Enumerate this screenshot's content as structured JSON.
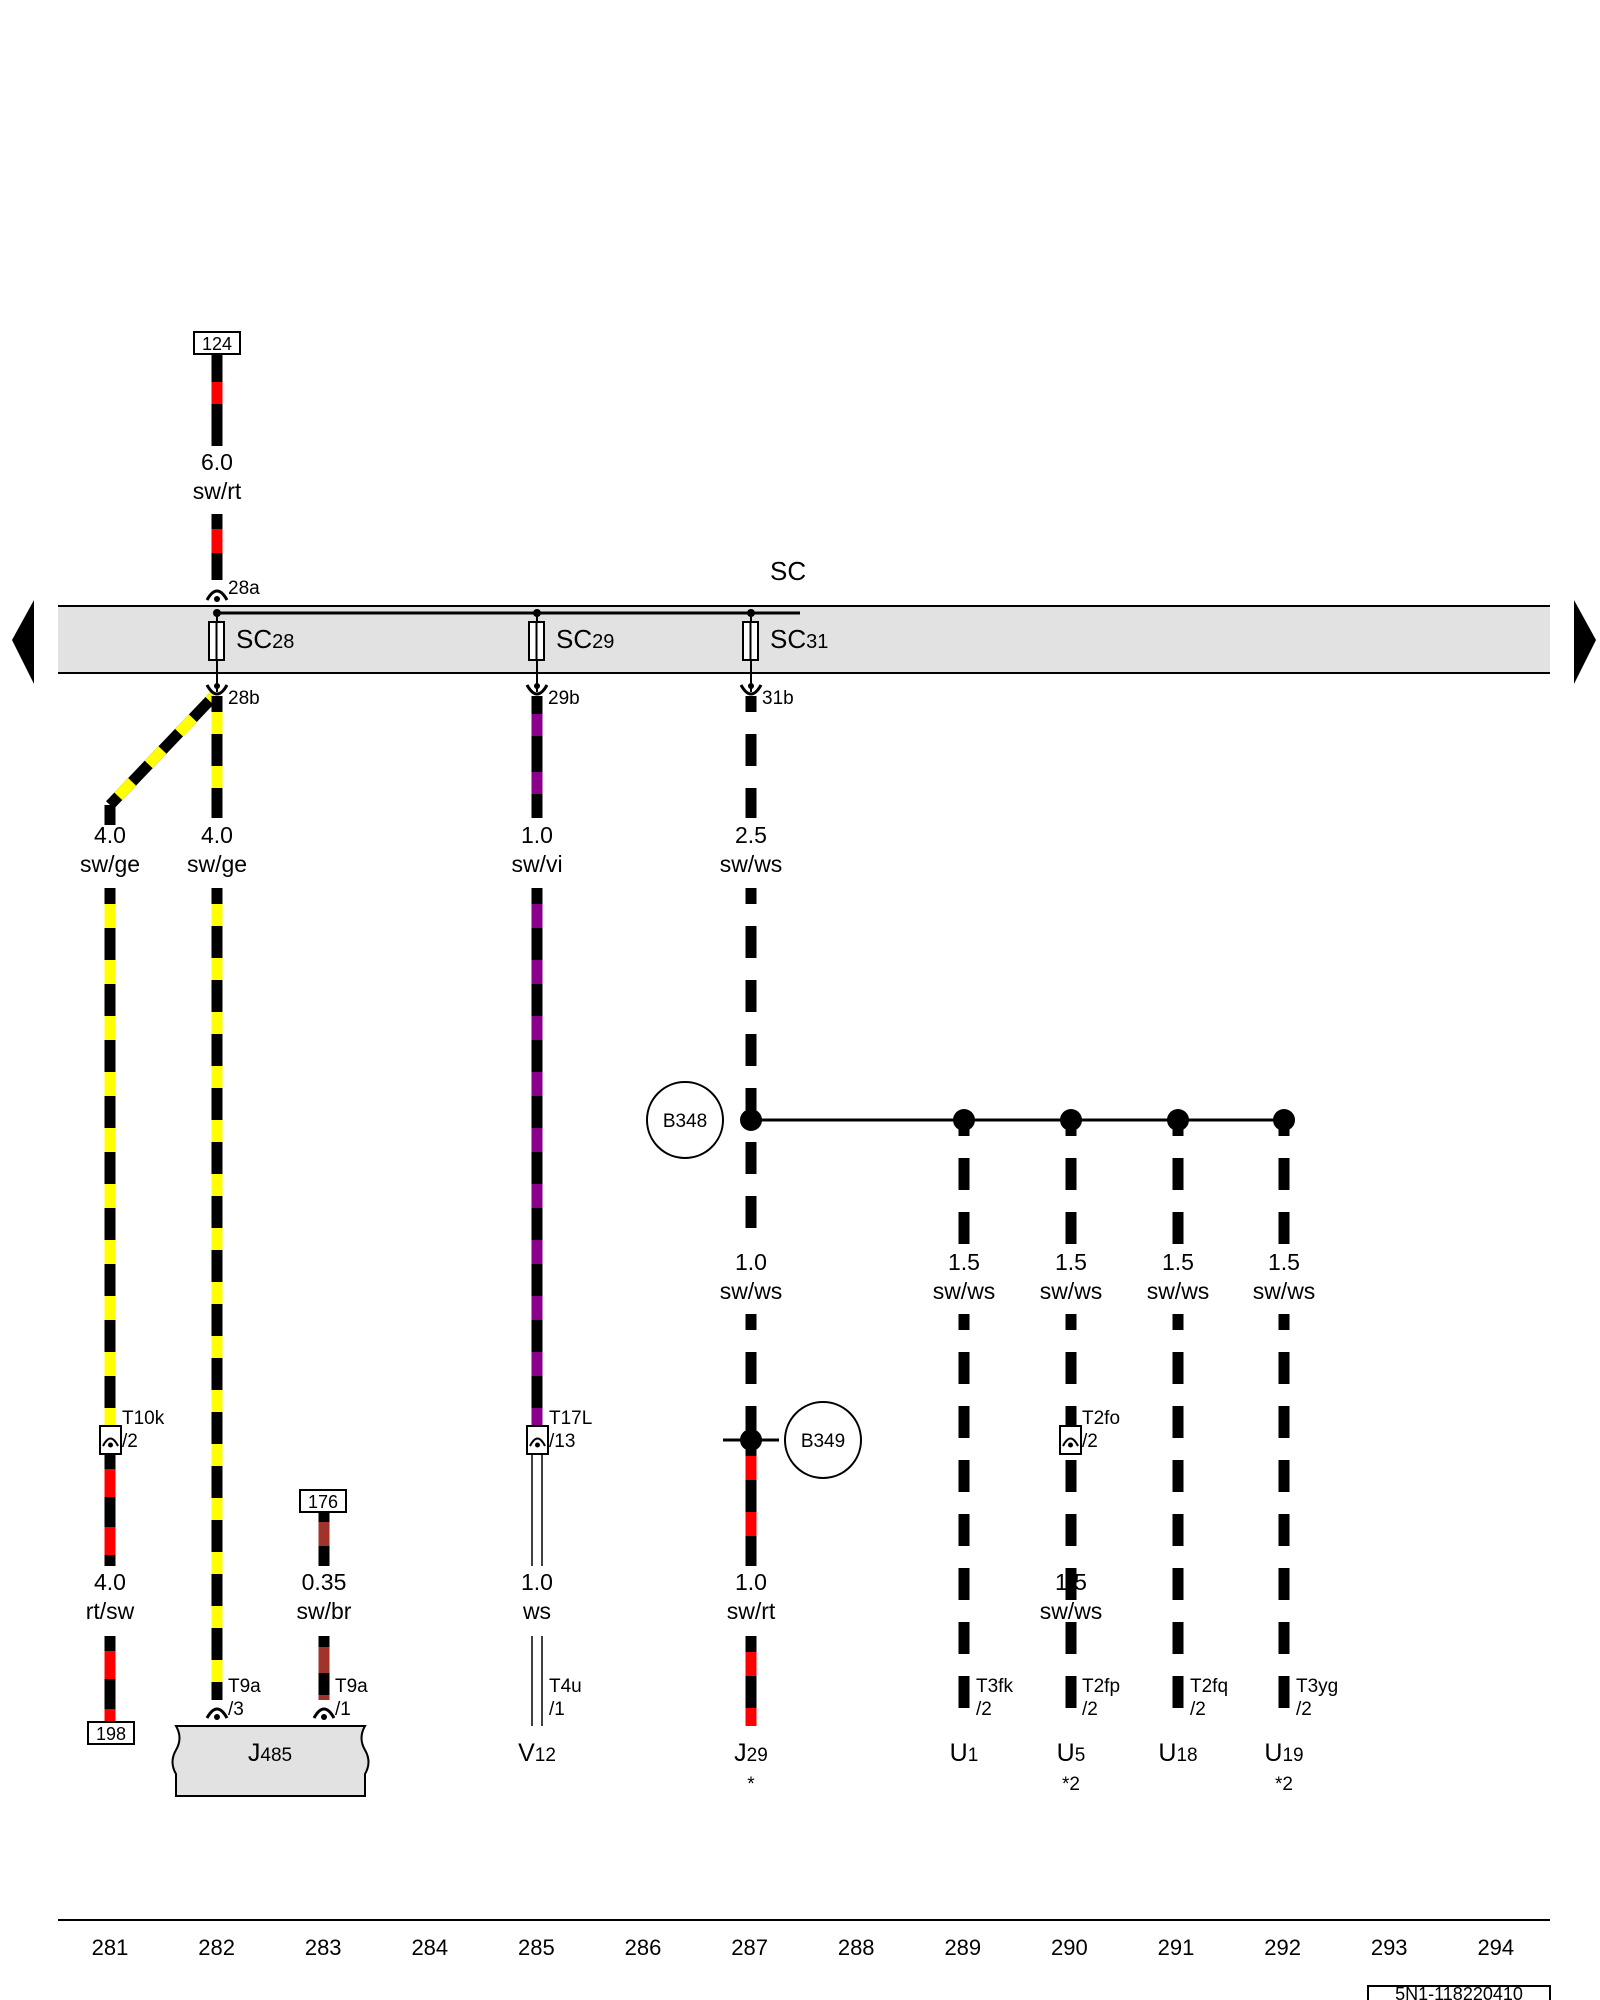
{
  "colors": {
    "sw": "#000000",
    "rt": "#ff0000",
    "ge": "#ffff00",
    "ws": "#ffffff",
    "vi": "#8b008b",
    "br": "#a0332a",
    "rail": "#e2e2e2"
  },
  "rail": {
    "label": "SC"
  },
  "fuses": [
    {
      "name": "SC",
      "sub": "28",
      "top": "28a",
      "bottom": "28b"
    },
    {
      "name": "SC",
      "sub": "29",
      "bottom": "29b"
    },
    {
      "name": "SC",
      "sub": "31",
      "bottom": "31b"
    }
  ],
  "refs": [
    "124",
    "176",
    "198"
  ],
  "wire_labels": [
    {
      "size": "6.0",
      "color": "sw/rt"
    },
    {
      "size": "4.0",
      "color": "sw/ge"
    },
    {
      "size": "4.0",
      "color": "sw/ge"
    },
    {
      "size": "1.0",
      "color": "sw/vi"
    },
    {
      "size": "2.5",
      "color": "sw/ws"
    },
    {
      "size": "1.0",
      "color": "sw/ws"
    },
    {
      "size": "1.5",
      "color": "sw/ws"
    },
    {
      "size": "1.5",
      "color": "sw/ws"
    },
    {
      "size": "1.5",
      "color": "sw/ws"
    },
    {
      "size": "1.5",
      "color": "sw/ws"
    },
    {
      "size": "4.0",
      "color": "rt/sw"
    },
    {
      "size": "0.35",
      "color": "sw/br"
    },
    {
      "size": "1.0",
      "color": "ws"
    },
    {
      "size": "1.0",
      "color": "sw/rt"
    },
    {
      "size": "1.5",
      "color": "sw/ws"
    }
  ],
  "splices": [
    "B348",
    "B349"
  ],
  "connectors": [
    {
      "name": "T10k",
      "pin": "/2"
    },
    {
      "name": "T17L",
      "pin": "/13"
    },
    {
      "name": "T2fo",
      "pin": "/2"
    },
    {
      "name": "T9a",
      "pin": "/3"
    },
    {
      "name": "T9a",
      "pin": "/1"
    },
    {
      "name": "T4u",
      "pin": "/1"
    },
    {
      "name": "T3fk",
      "pin": "/2"
    },
    {
      "name": "T2fp",
      "pin": "/2"
    },
    {
      "name": "T2fq",
      "pin": "/2"
    },
    {
      "name": "T3yg",
      "pin": "/2"
    }
  ],
  "components": [
    {
      "letter": "J",
      "sub": "485",
      "note": ""
    },
    {
      "letter": "V",
      "sub": "12",
      "note": ""
    },
    {
      "letter": "J",
      "sub": "29",
      "note": "*"
    },
    {
      "letter": "U",
      "sub": "1",
      "note": ""
    },
    {
      "letter": "U",
      "sub": "5",
      "note": "*2"
    },
    {
      "letter": "U",
      "sub": "18",
      "note": ""
    },
    {
      "letter": "U",
      "sub": "19",
      "note": "*2"
    }
  ],
  "scale": [
    "281",
    "282",
    "283",
    "284",
    "285",
    "286",
    "287",
    "288",
    "289",
    "290",
    "291",
    "292",
    "293",
    "294"
  ],
  "doc_code": "5N1-118220410"
}
